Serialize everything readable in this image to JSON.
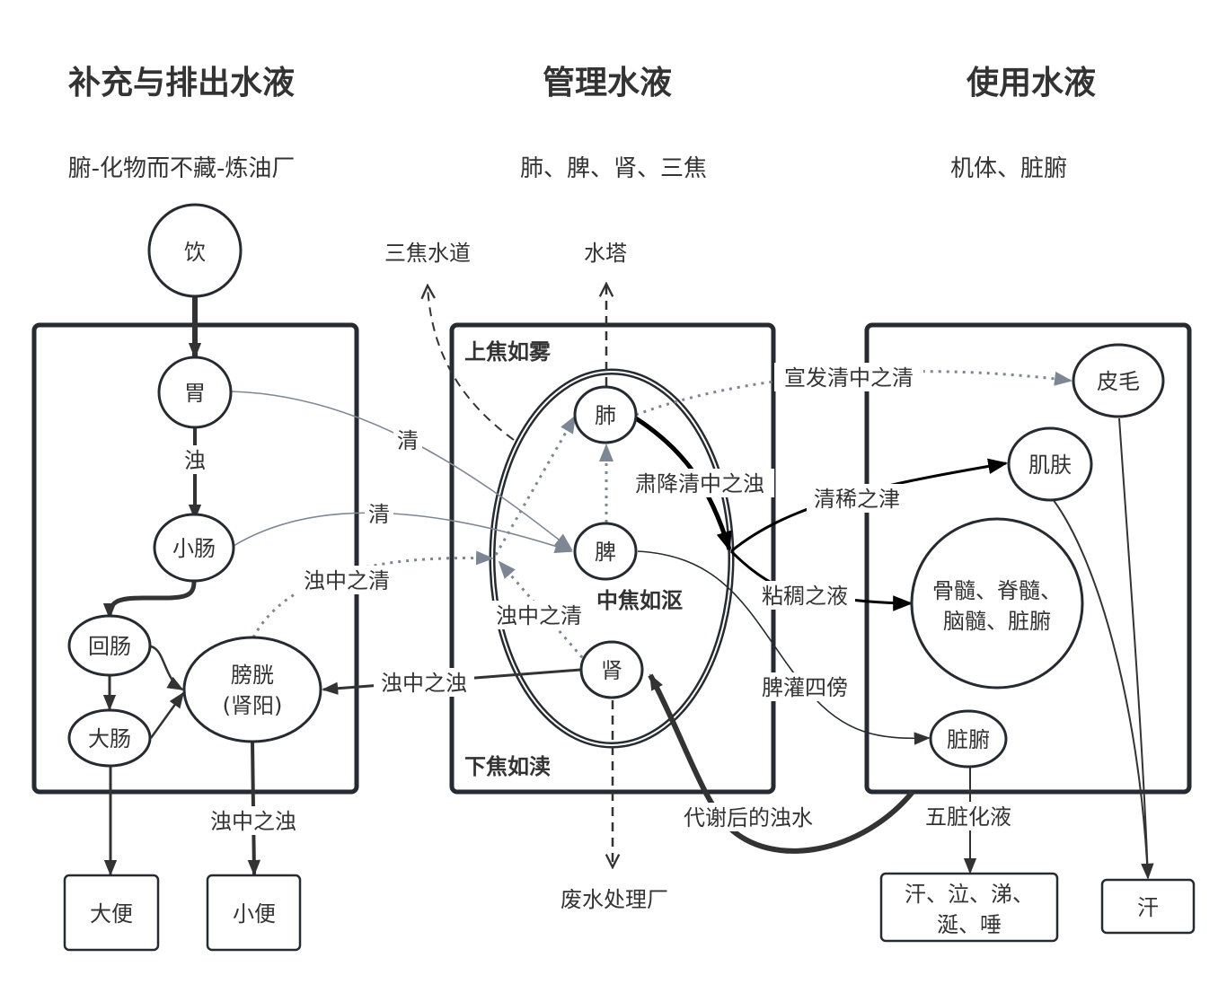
{
  "columns": [
    {
      "title": "补充与排出水液",
      "subtitle": "腑-化物而不藏-炼油厂"
    },
    {
      "title": "管理水液",
      "subtitle": "肺、脾、肾、三焦"
    },
    {
      "title": "使用水液",
      "subtitle": "机体、脏腑"
    }
  ],
  "nodes": {
    "drink": "饮",
    "stomach": "胃",
    "small_intestine": "小肠",
    "ileum": "回肠",
    "large_intestine": "大肠",
    "bladder": [
      "膀胱",
      "(肾阳)"
    ],
    "lung": "肺",
    "spleen": "脾",
    "kidney": "肾",
    "skin_hair": "皮毛",
    "muscle_skin": "肌肤",
    "marrow": [
      "骨髓、脊髓、",
      "脑髓、脏腑"
    ],
    "organs": "脏腑",
    "stool": "大便",
    "urine": "小便",
    "fluids_out": [
      "汗、泣、涕、",
      "涎、唾"
    ],
    "sweat": "汗"
  },
  "external_targets": {
    "sanjiao_waterway": "三焦水道",
    "water_tower": "水塔",
    "wastewater_plant": "废水处理厂"
  },
  "zones": {
    "upper": "上焦如雾",
    "middle": "中焦如沤",
    "lower": "下焦如渎"
  },
  "edge_labels": {
    "turbid": "浊",
    "clear_1": "清",
    "clear_2": "清",
    "clear_in_turbid_1": "浊中之清",
    "clear_in_turbid_2": "浊中之清",
    "turbid_in_turbid_1": "浊中之浊",
    "turbid_in_turbid_2": "浊中之浊",
    "disperse": "宣发清中之清",
    "descend": "肃降清中之浊",
    "thin_fluid": "清稀之津",
    "thick_fluid": "粘稠之液",
    "spleen_irrigate": "脾灌四傍",
    "metabolized_water": "代谢后的浊水",
    "five_organs_fluid": "五脏化液"
  },
  "colors": {
    "stroke": "#262b31",
    "text": "#333333",
    "clear_flow": "#7d8794",
    "black": "#000000"
  }
}
